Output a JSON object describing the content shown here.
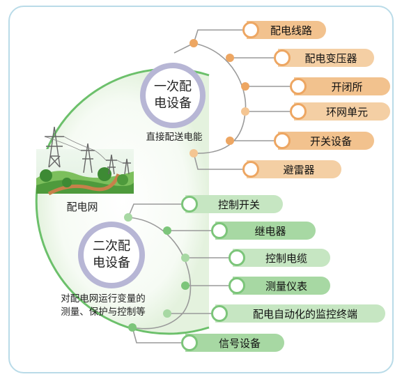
{
  "colors": {
    "primary_hub_ring": "#b7b6d5",
    "primary_branch": "#eda662",
    "secondary_branch": "#7cc57a",
    "border": "#b9dbe8"
  },
  "center": {
    "label": "配电网"
  },
  "primary": {
    "title_line1": "一次配",
    "title_line2": "电设备",
    "caption": "直接配送电能",
    "items": [
      "配电线路",
      "配电变压器",
      "开闭所",
      "环网单元",
      "开关设备",
      "避雷器"
    ]
  },
  "secondary": {
    "title_line1": "二次配",
    "title_line2": "电设备",
    "caption_line1": "对配电网运行变量的",
    "caption_line2": "测量、保护与控制等",
    "items": [
      "控制开关",
      "继电器",
      "控制电缆",
      "测量仪表",
      "配电自动化的监控终端",
      "信号设备"
    ]
  }
}
